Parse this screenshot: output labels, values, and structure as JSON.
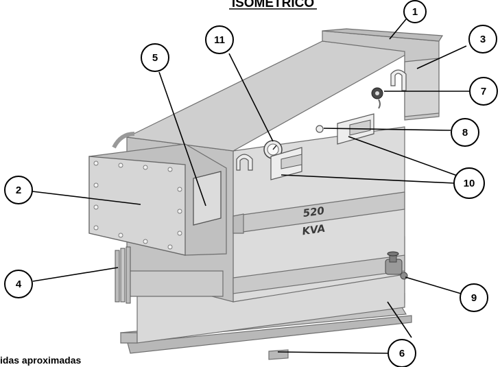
{
  "title": "ISOMETRICO",
  "footnote": "idas aproximadas",
  "nameplate": {
    "line1": "520",
    "line2": "KVA"
  },
  "callouts": [
    "1",
    "2",
    "3",
    "4",
    "5",
    "6",
    "7",
    "8",
    "9",
    "10",
    "11"
  ],
  "colors": {
    "tank_top": "#cfcfcf",
    "tank_front": "#dcdcdc",
    "tank_side": "#bdbdbd",
    "band": "#c9c9c9",
    "cover": "#d6d6d6",
    "outline": "#6e6e6e"
  }
}
